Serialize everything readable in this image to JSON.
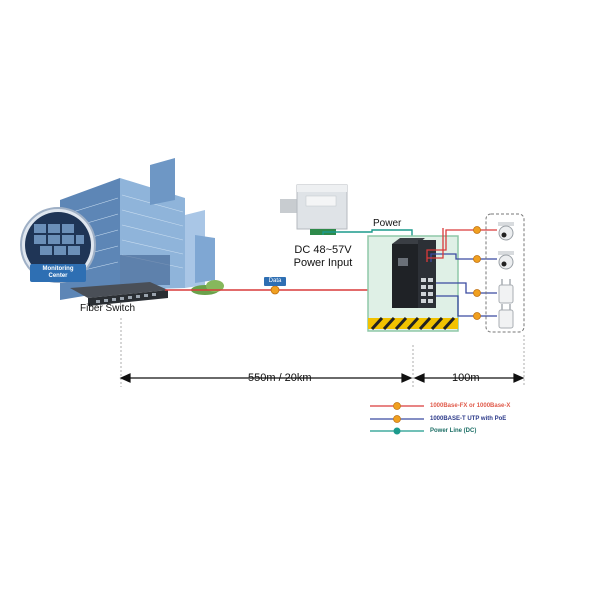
{
  "labels": {
    "fiber_switch": "Fiber Switch",
    "dc_line1": "DC 48~57V",
    "dc_line2": "Power Input",
    "power": "Power",
    "data_badge": "Data",
    "monitoring_line1": "Monitoring",
    "monitoring_line2": "Center",
    "distance_fiber": "550m / 20km",
    "distance_copper": "100m"
  },
  "legend": [
    {
      "text": "1000Base-FX or 1000Base-X",
      "color": "#e05a4a"
    },
    {
      "text": "1000BASE-T UTP with PoE",
      "color": "#2c3a8a"
    },
    {
      "text": "Power Line (DC)",
      "color": "#1c9a8c"
    }
  ],
  "colors": {
    "fiber_line": "#d93a3a",
    "utp_line": "#3a4aa0",
    "power_line": "#1c9a8c",
    "node_dot": "#f0a020",
    "enclosure_fill": "#dff0e6",
    "enclosure_border": "#8fc8a8",
    "hazard_yellow": "#f2c200"
  },
  "icons": [
    "building-icon",
    "monitoring-center-icon",
    "fiber-switch-icon",
    "power-supply-icon",
    "industrial-switch-icon",
    "ip-camera-icon",
    "access-point-icon"
  ]
}
